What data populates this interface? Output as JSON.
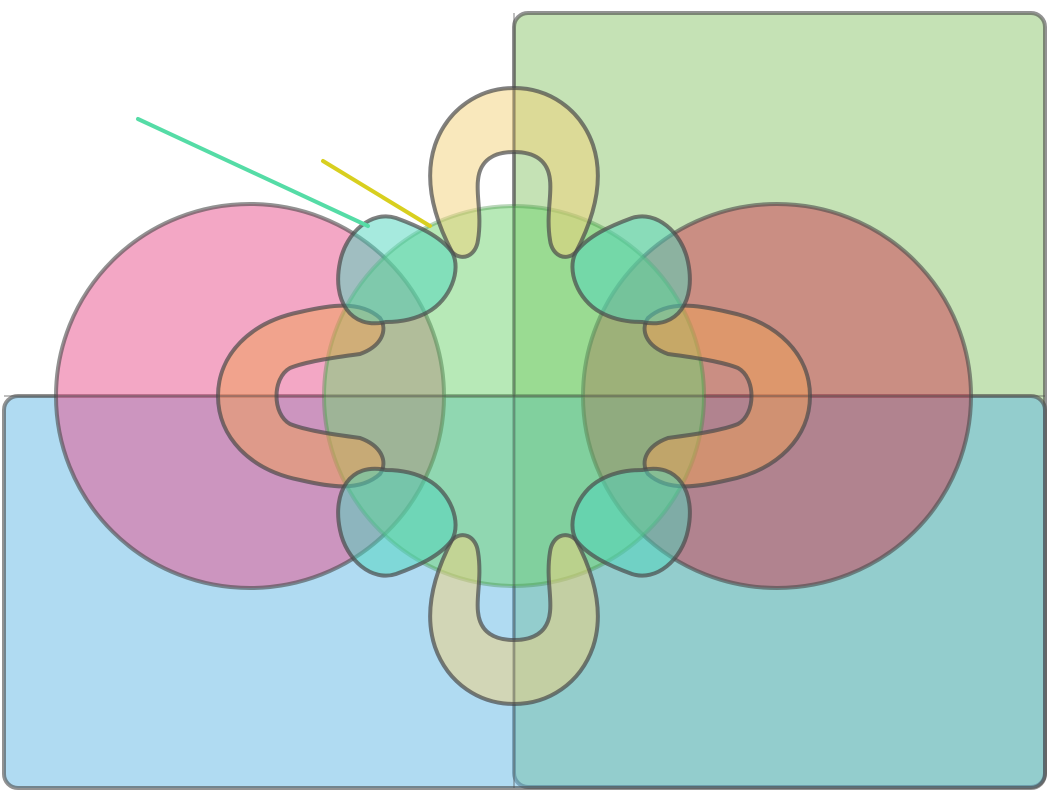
{
  "diagram": {
    "kind": "overlapping-shapes",
    "labels": [],
    "stroke_color": "#4a4a4a",
    "shapes": [
      {
        "name": "green-rectangle",
        "shape": "rounded-rectangle",
        "fill": "#8cc66b",
        "opacity": 0.5
      },
      {
        "name": "blue-rectangle",
        "shape": "rounded-rectangle",
        "fill": "#62b8e6",
        "opacity": 0.5
      },
      {
        "name": "left-pink-ellipse",
        "shape": "ellipse",
        "fill": "#e84f8c",
        "opacity": 0.5
      },
      {
        "name": "right-red-ellipse",
        "shape": "ellipse",
        "fill": "#cf3a52",
        "opacity": 0.5
      },
      {
        "name": "central-green-ellipse",
        "shape": "ellipse",
        "fill": "#6fd36f",
        "opacity": 0.5
      },
      {
        "name": "orange-left-right-lobes",
        "shape": "lobed-blob",
        "fill": "#f0a055",
        "opacity": 0.5
      },
      {
        "name": "yellow-top-bottom-lobes",
        "shape": "lobed-blob",
        "fill": "#f3d27a",
        "opacity": 0.5
      },
      {
        "name": "teal-corner-knobs",
        "shape": "lobed-blob",
        "fill": "#4dd6bd",
        "opacity": 0.5
      }
    ],
    "leader_lines": [
      {
        "name": "teal-leader-line",
        "color": "#55dca6"
      },
      {
        "name": "yellow-leader-line",
        "color": "#d8cf1f"
      }
    ]
  }
}
